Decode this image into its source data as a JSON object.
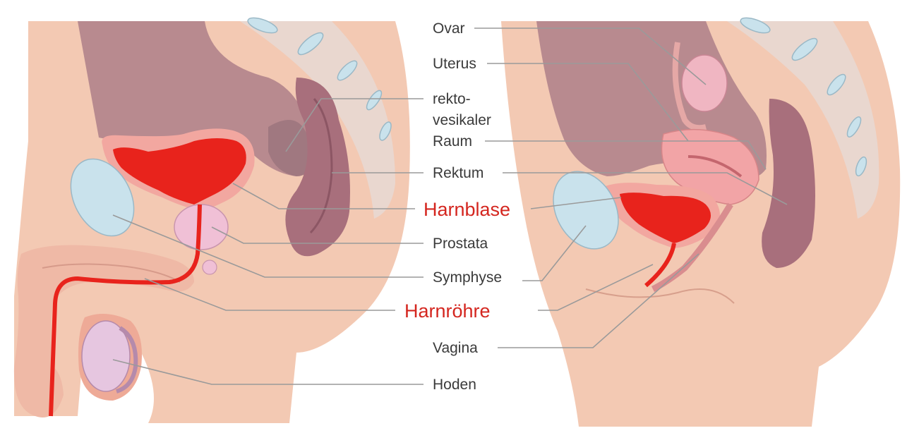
{
  "labels": {
    "ovar": "Ovar",
    "uterus": "Uterus",
    "rektovesikaler_1": "rekto-",
    "rektovesikaler_2": "vesikaler",
    "rektovesikaler_3": "Raum",
    "rektum": "Rektum",
    "harnblase": "Harnblase",
    "prostata": "Prostata",
    "symphyse": "Symphyse",
    "harnroehre": "Harnröhre",
    "vagina": "Vagina",
    "hoden": "Hoden"
  },
  "colors": {
    "skin": "#f3c9b3",
    "cavity": "#b88a8f",
    "bladder_wall": "#f2a7a0",
    "urine_red": "#e8231c",
    "rectum": "#a86f7c",
    "bone": "#c9e2ec",
    "label_red": "#d4261f"
  }
}
